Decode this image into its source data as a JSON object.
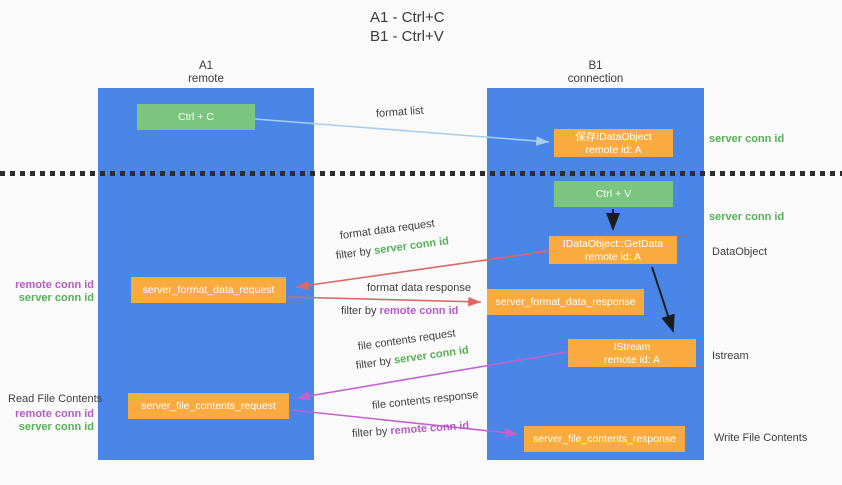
{
  "title": {
    "line1": "A1 - Ctrl+C",
    "line2": "B1 - Ctrl+V"
  },
  "lifelines": {
    "left": {
      "id": "A1",
      "role": "remote"
    },
    "right": {
      "id": "B1",
      "role": "connection"
    }
  },
  "boxes": {
    "ctrl_c": {
      "label": "Ctrl + C"
    },
    "save_idataobject": {
      "line1": "保存IDataObject",
      "line2": "remote id: A"
    },
    "ctrl_v": {
      "label": "Ctrl + V"
    },
    "getdata": {
      "line1": "IDataObject::GetData",
      "line2": "remote id: A"
    },
    "format_request": {
      "label": "server_format_data_request"
    },
    "format_response": {
      "label": "server_format_data_response"
    },
    "istream": {
      "line1": "IStream",
      "line2": "remote id: A"
    },
    "file_request": {
      "label": "server_file_contents_request"
    },
    "file_response": {
      "label": "server_file_contents_response"
    }
  },
  "flow_labels": {
    "format_list": "format list",
    "format_data_request": "format data request",
    "format_data_response": "format data response",
    "file_contents_request": "file contents request",
    "file_contents_response": "file contents response",
    "filter_by": "filter by ",
    "server_conn_id": "server conn id",
    "remote_conn_id": "remote conn id"
  },
  "side_labels": {
    "server_conn_id_top": "server conn id",
    "server_conn_id_mid": "server conn id",
    "dataobject": "DataObject",
    "istream": "Istream",
    "write_file_contents": "Write File Contents",
    "read_file_contents": "Read File Contents",
    "remote_conn_id_upper": "remote conn id",
    "server_conn_id_upper": "server conn id",
    "remote_conn_id_lower": "remote conn id",
    "server_conn_id_lower": "server conn id"
  },
  "colors": {
    "column_blue": "#4a86e8",
    "box_green": "#7cc57f",
    "box_orange": "#f9ab40",
    "arrow_lightblue": "#a8cdee",
    "arrow_red": "#e06666",
    "arrow_magenta": "#c063ce",
    "arrow_black": "#1c1c1c",
    "text_green": "#55b055",
    "text_purple": "#b55bc8",
    "text_dark": "#3f3f3f",
    "background": "#fafafa"
  }
}
